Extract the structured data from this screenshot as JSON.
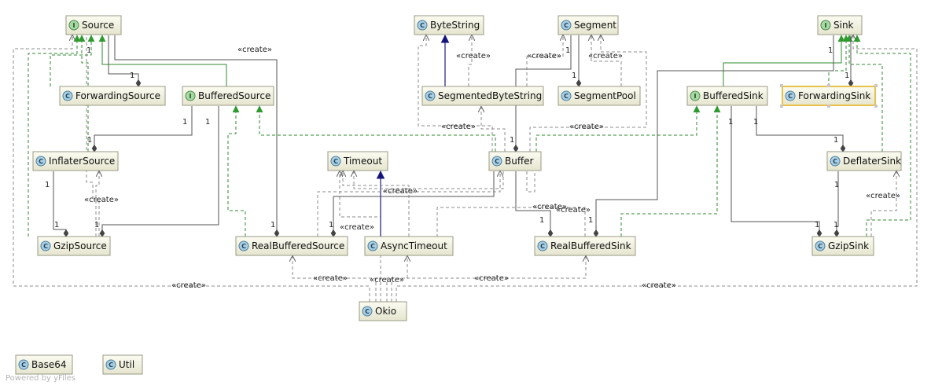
{
  "nodes": {
    "Source": "Source",
    "ByteString": "ByteString",
    "Segment": "Segment",
    "Sink": "Sink",
    "ForwardingSource": "ForwardingSource",
    "BufferedSource": "BufferedSource",
    "SegmentedByteString": "SegmentedByteString",
    "SegmentPool": "SegmentPool",
    "BufferedSink": "BufferedSink",
    "ForwardingSink": "ForwardingSink",
    "InflaterSource": "InflaterSource",
    "Timeout": "Timeout",
    "Buffer": "Buffer",
    "DeflaterSink": "DeflaterSink",
    "GzipSource": "GzipSource",
    "RealBufferedSource": "RealBufferedSource",
    "AsyncTimeout": "AsyncTimeout",
    "RealBufferedSink": "RealBufferedSink",
    "GzipSink": "GzipSink",
    "Okio": "Okio",
    "Base64": "Base64",
    "Util": "Util"
  },
  "badges": {
    "class": "C",
    "interface": "I"
  },
  "create_label": "«create»",
  "multiplicity": "1",
  "footer": "Powered by yFiles",
  "colors": {
    "node_fill": "#f2f1e0",
    "implements": "#2f8a2f",
    "extends": "#1a1a7a",
    "selected": "#e8c24a"
  }
}
